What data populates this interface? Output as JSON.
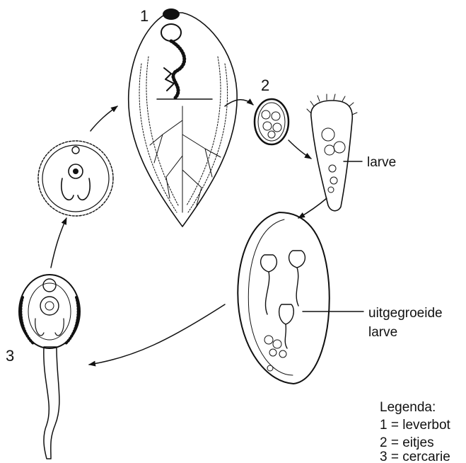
{
  "stage_labels": {
    "fluke": "1",
    "egg": "2",
    "cercaria": "3"
  },
  "callouts": {
    "larva": "larve",
    "grown_larva_line1": "uitgegroeide",
    "grown_larva_line2": "larve"
  },
  "legend": {
    "title": "Legenda:",
    "items": [
      "1 = leverbot",
      "2 = eitjes",
      "3 = cercarie"
    ]
  }
}
